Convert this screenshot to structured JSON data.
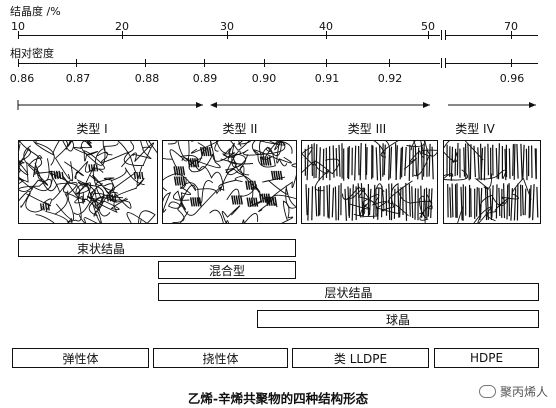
{
  "crystallinity": {
    "title": "结晶度 /%",
    "ticks": [
      {
        "label": "10",
        "value": 10
      },
      {
        "label": "20",
        "value": 20
      },
      {
        "label": "30",
        "value": 30
      },
      {
        "label": "40",
        "value": 40
      },
      {
        "label": "50",
        "value": 50
      },
      {
        "label": "70",
        "value": 70
      }
    ]
  },
  "density": {
    "title": "相对密度",
    "ticks": [
      {
        "label": "0.86",
        "value": 0.86
      },
      {
        "label": "0.87",
        "value": 0.87
      },
      {
        "label": "0.88",
        "value": 0.88
      },
      {
        "label": "0.89",
        "value": 0.89
      },
      {
        "label": "0.90",
        "value": 0.9
      },
      {
        "label": "0.91",
        "value": 0.91
      },
      {
        "label": "0.92",
        "value": 0.92
      },
      {
        "label": "0.96",
        "value": 0.96
      }
    ]
  },
  "types": [
    {
      "label": "类型 I"
    },
    {
      "label": "类型 II"
    },
    {
      "label": "类型 III"
    },
    {
      "label": "类型 IV"
    }
  ],
  "morphologies": [
    {
      "label": "束状结晶"
    },
    {
      "label": "混合型"
    },
    {
      "label": "层状结晶"
    },
    {
      "label": "球晶"
    }
  ],
  "categories": [
    {
      "label": "弹性体"
    },
    {
      "label": "挠性体"
    },
    {
      "label": "类 LLDPE"
    },
    {
      "label": "HDPE"
    }
  ],
  "caption": "乙烯-辛烯共聚物的四种结构形态",
  "watermark": "聚丙烯人"
}
